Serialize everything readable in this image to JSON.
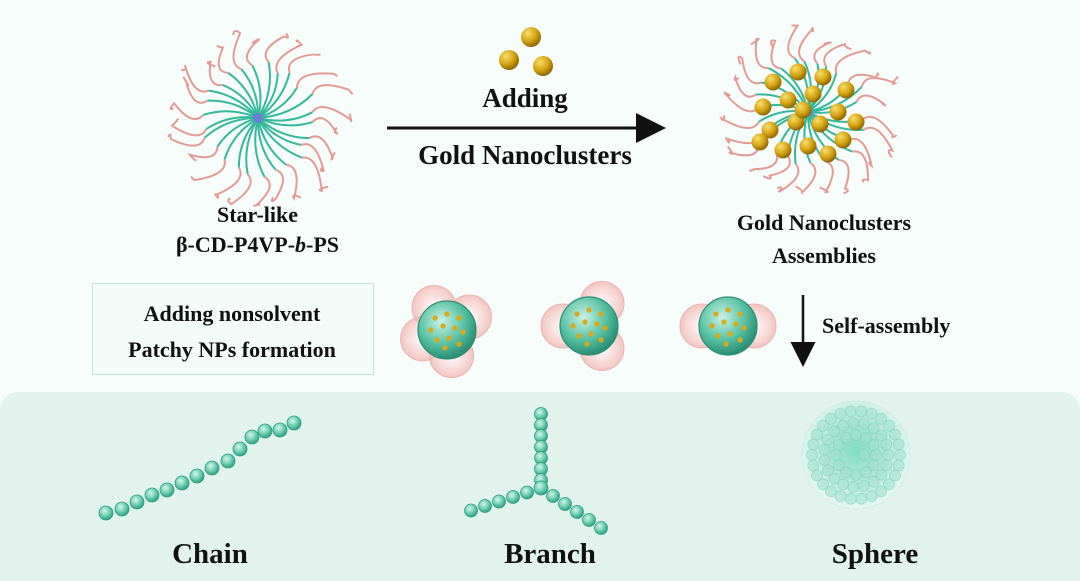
{
  "top": {
    "star_label_line1": "Star-like",
    "star_label_line2_a": "β-CD-P4VP-",
    "star_label_line2_b": "b",
    "star_label_line2_c": "-PS",
    "arrow_top": "Adding",
    "arrow_bottom": "Gold Nanoclusters",
    "assembly_line1": "Gold Nanoclusters",
    "assembly_line2": "Assemblies"
  },
  "middle": {
    "box_line1": "Adding nonsolvent",
    "box_line2": "Patchy NPs formation",
    "side_label": "Self-assembly"
  },
  "bottom": {
    "chain": "Chain",
    "branch": "Branch",
    "sphere": "Sphere"
  },
  "colors": {
    "teal": "#3cbfa0",
    "pink": "#e39b95",
    "gold": "#d7a514",
    "band": "#e1f3ec"
  }
}
